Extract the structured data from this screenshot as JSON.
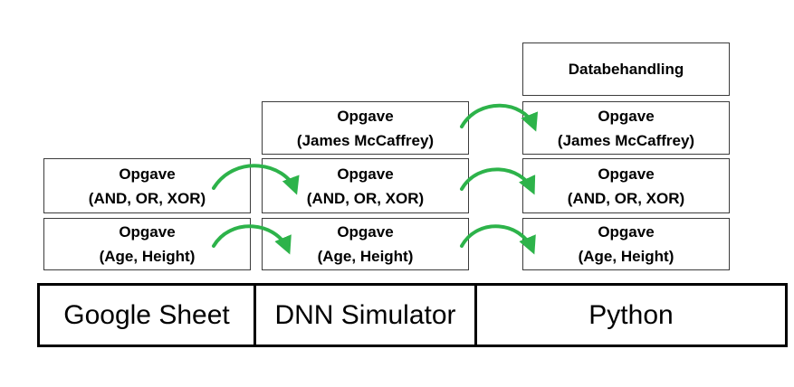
{
  "platforms": {
    "google_sheet": "Google Sheet",
    "dnn_simulator": "DNN Simulator",
    "python": "Python"
  },
  "tasks": {
    "google_sheet": {
      "age_height": {
        "title": "Opgave",
        "detail": "(Age, Height)"
      },
      "and_or_xor": {
        "title": "Opgave",
        "detail": "(AND, OR, XOR)"
      }
    },
    "dnn_simulator": {
      "age_height": {
        "title": "Opgave",
        "detail": "(Age, Height)"
      },
      "and_or_xor": {
        "title": "Opgave",
        "detail": "(AND, OR, XOR)"
      },
      "mccaffrey": {
        "title": "Opgave",
        "detail": "(James McCaffrey)"
      }
    },
    "python": {
      "age_height": {
        "title": "Opgave",
        "detail": "(Age, Height)"
      },
      "and_or_xor": {
        "title": "Opgave",
        "detail": "(AND, OR, XOR)"
      },
      "mccaffrey": {
        "title": "Opgave",
        "detail": "(James McCaffrey)"
      },
      "data_handling": {
        "title": "Databehandling"
      }
    }
  },
  "colors": {
    "arrow": "#2db34a",
    "box_border": "#3c3c3c",
    "base_border": "#000000"
  },
  "icons": {
    "arrow": "curved-arrow-right"
  }
}
